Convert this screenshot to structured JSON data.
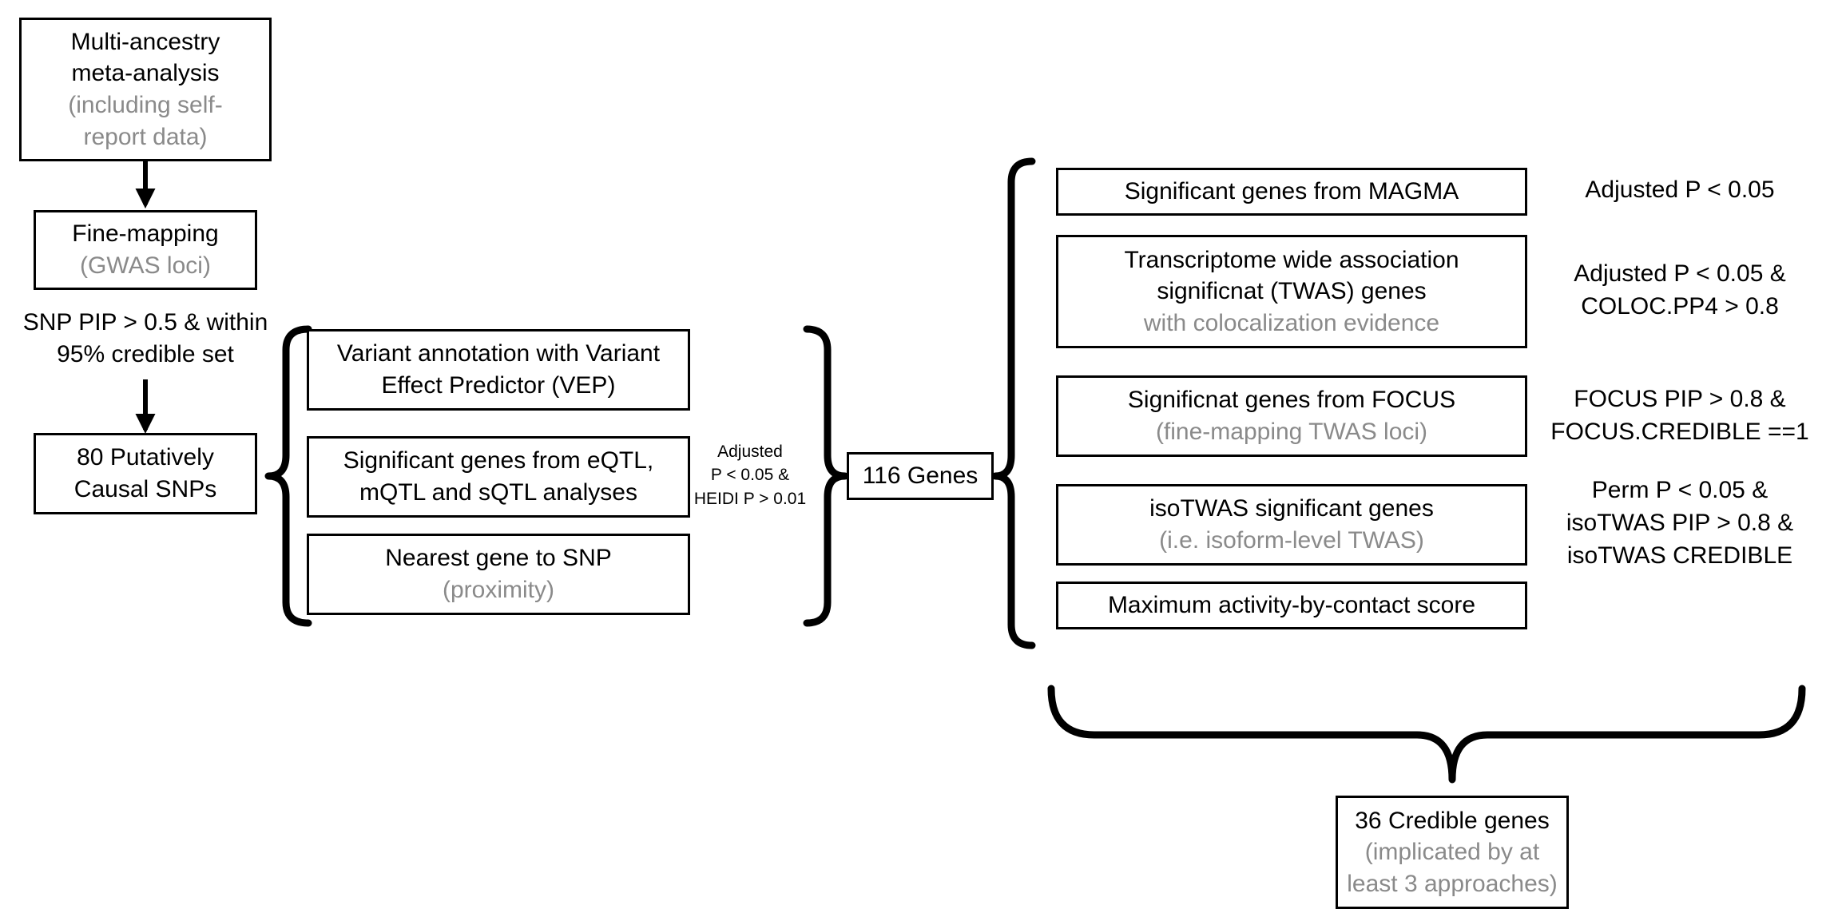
{
  "meta_analysis": {
    "title_line1": "Multi-ancestry",
    "title_line2": "meta-analysis",
    "note_line1": "(including self-",
    "note_line2": "report data)"
  },
  "fine_mapping": {
    "title": "Fine-mapping",
    "note": "(GWAS loci)"
  },
  "snp_filter": {
    "line1": "SNP PIP > 0.5 & within",
    "line2": "95% credible set"
  },
  "causal_snps": {
    "line1": "80 Putatively",
    "line2": "Causal SNPs"
  },
  "snp_methods": [
    {
      "line1": "Variant annotation with Variant",
      "line2": "Effect Predictor (VEP)",
      "note": ""
    },
    {
      "line1": "Significant genes from eQTL,",
      "line2": "mQTL and sQTL analyses",
      "note": ""
    },
    {
      "line1": "Nearest gene to SNP",
      "line2": "",
      "note": "(proximity)"
    }
  ],
  "snp_threshold": {
    "line1": "Adjusted",
    "line2": "P < 0.05 &",
    "line3": "HEIDI P > 0.01"
  },
  "genes_116": {
    "label": "116 Genes"
  },
  "gene_methods": [
    {
      "line1": "Significant genes from MAGMA",
      "line2": "",
      "note": ""
    },
    {
      "line1": "Transcriptome wide association",
      "line2": "significnat (TWAS) genes",
      "note": "with colocalization evidence"
    },
    {
      "line1": "Significnat genes from FOCUS",
      "line2": "",
      "note": "(fine-mapping TWAS loci)"
    },
    {
      "line1": "isoTWAS significant genes",
      "line2": "",
      "note": "(i.e. isoform-level TWAS)"
    },
    {
      "line1": "Maximum activity-by-contact score",
      "line2": "",
      "note": ""
    }
  ],
  "gene_criteria": [
    {
      "lines": [
        "Adjusted P < 0.05"
      ]
    },
    {
      "lines": [
        "Adjusted P < 0.05 &",
        "COLOC.PP4 > 0.8"
      ]
    },
    {
      "lines": [
        "FOCUS PIP > 0.8 &",
        "FOCUS.CREDIBLE ==1"
      ]
    },
    {
      "lines": [
        "Perm P < 0.05 &",
        "isoTWAS PIP > 0.8 &",
        "isoTWAS CREDIBLE"
      ]
    }
  ],
  "credible_genes": {
    "title": "36 Credible genes",
    "note_line1": "(implicated by at",
    "note_line2": "least 3 approaches)"
  },
  "colors": {
    "text": "#000000",
    "note_text": "#8a8a8a",
    "border": "#000000",
    "background": "#ffffff"
  }
}
